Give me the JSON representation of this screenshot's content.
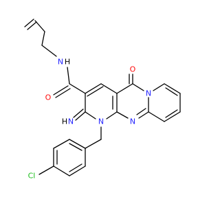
{
  "molecule": {
    "atoms": {
      "n_amide": "N",
      "h_amide": "H",
      "o_amide": "O",
      "o_keto": "O",
      "n_bridge": "N",
      "n_imine": "N",
      "h_imine": "H",
      "n_ring1": "N",
      "n_ring2": "N",
      "cl": "Cl"
    },
    "colors": {
      "nitrogen": "#2222ff",
      "oxygen": "#ff0d0d",
      "chlorine": "#1fbf1f",
      "bond": "#000000"
    }
  }
}
